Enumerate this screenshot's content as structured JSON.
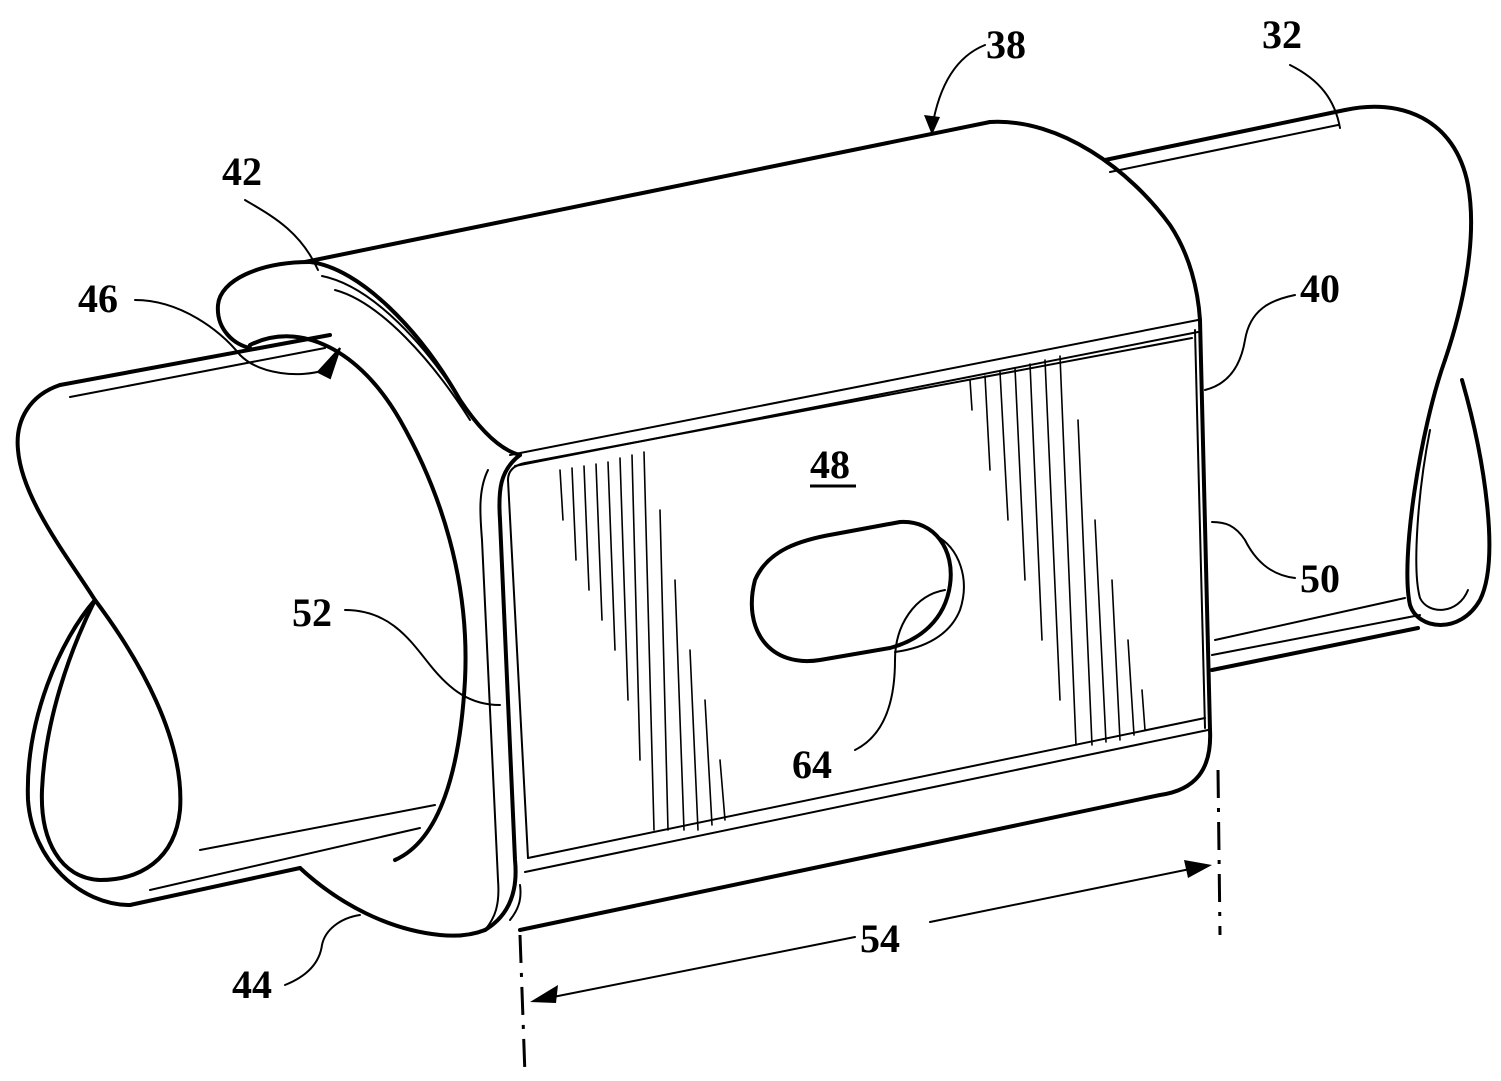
{
  "figure": {
    "labels": {
      "l32": "32",
      "l38": "38",
      "l40": "40",
      "l42": "42",
      "l44": "44",
      "l46": "46",
      "l48": "48",
      "l50": "50",
      "l52": "52",
      "l54": "54",
      "l64": "64"
    }
  }
}
